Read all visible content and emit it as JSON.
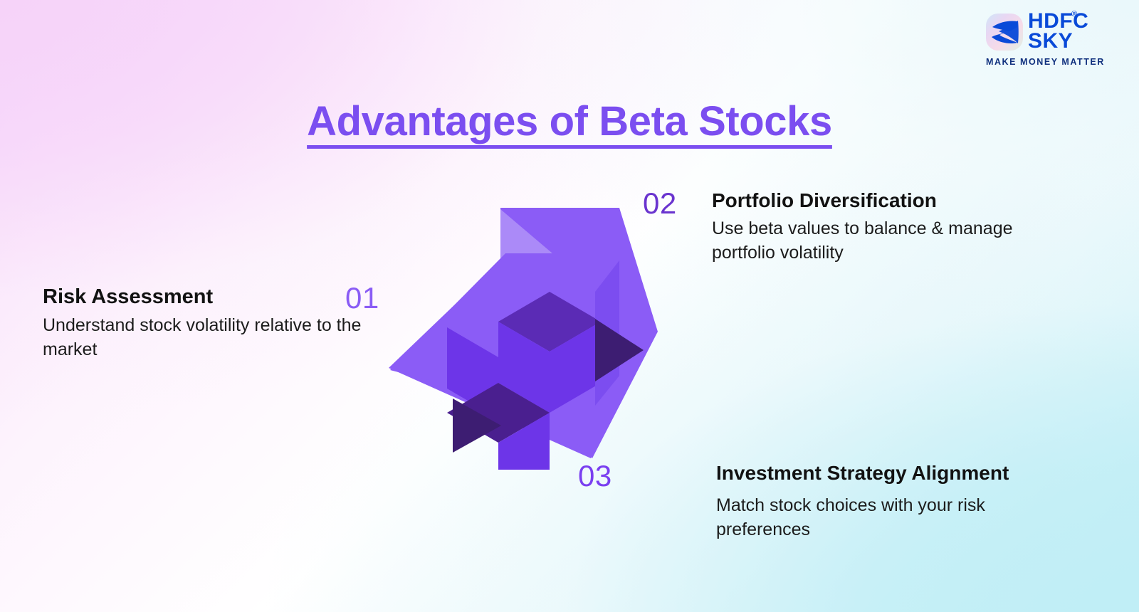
{
  "brand": {
    "logo_icon": "hdfc-sky-swoosh-logo-icon",
    "name_line1": "HDFC",
    "name_line2": "SKY",
    "trademark": "®",
    "tagline": "MAKE MONEY MATTER",
    "logo_color": "#0a4ad8",
    "tagline_color": "#10307e"
  },
  "header": {
    "title": "Advantages of Beta Stocks",
    "title_color": "#7b4ef0"
  },
  "graphic": {
    "icon": "isometric-arrow-cubes-icon",
    "colors": {
      "arrow_main": "#8b5cf6",
      "arrow_top": "#7c4df0",
      "arrow_highlight": "#ab8af8",
      "cube_light": "#a98cf8",
      "cube_mid": "#6d35e8",
      "cube_dark": "#5b2bb5",
      "cube_darker": "#4a1f8f",
      "shadow_dark": "#3d1d72"
    }
  },
  "items": [
    {
      "number": "01",
      "number_color": "#8a5cf5",
      "heading": "Risk Assessment",
      "body": "Understand stock volatility relative to the market"
    },
    {
      "number": "02",
      "number_color": "#6a34cf",
      "heading": "Portfolio Diversification",
      "body": "Use beta values to balance & manage portfolio volatility"
    },
    {
      "number": "03",
      "number_color": "#7a3ff0",
      "heading": "Investment Strategy Alignment",
      "body": "Match stock choices with your risk preferences"
    }
  ],
  "background": {
    "top_left": "#f6d3f9",
    "bottom_right": "#c2eff6",
    "mid": "#ffffff"
  }
}
